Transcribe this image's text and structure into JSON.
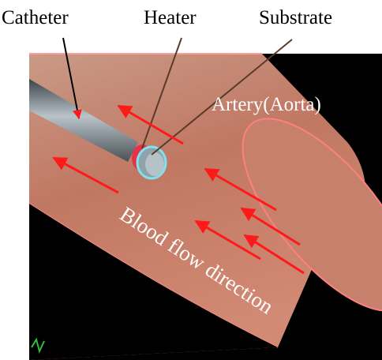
{
  "labels": {
    "catheter": "Catheter",
    "heater": "Heater",
    "substrate": "Substrate",
    "artery": "Artery(Aorta)",
    "flow": "Blood flow direction"
  },
  "colors": {
    "background_scene": "#000000",
    "artery_fill": "#c98672",
    "artery_edge": "#ff7a7a",
    "flow_arrow": "#ff1a1a",
    "catheter": "#7f8c95",
    "heater": "#e8324a",
    "substrate": "#7fd7e6"
  }
}
